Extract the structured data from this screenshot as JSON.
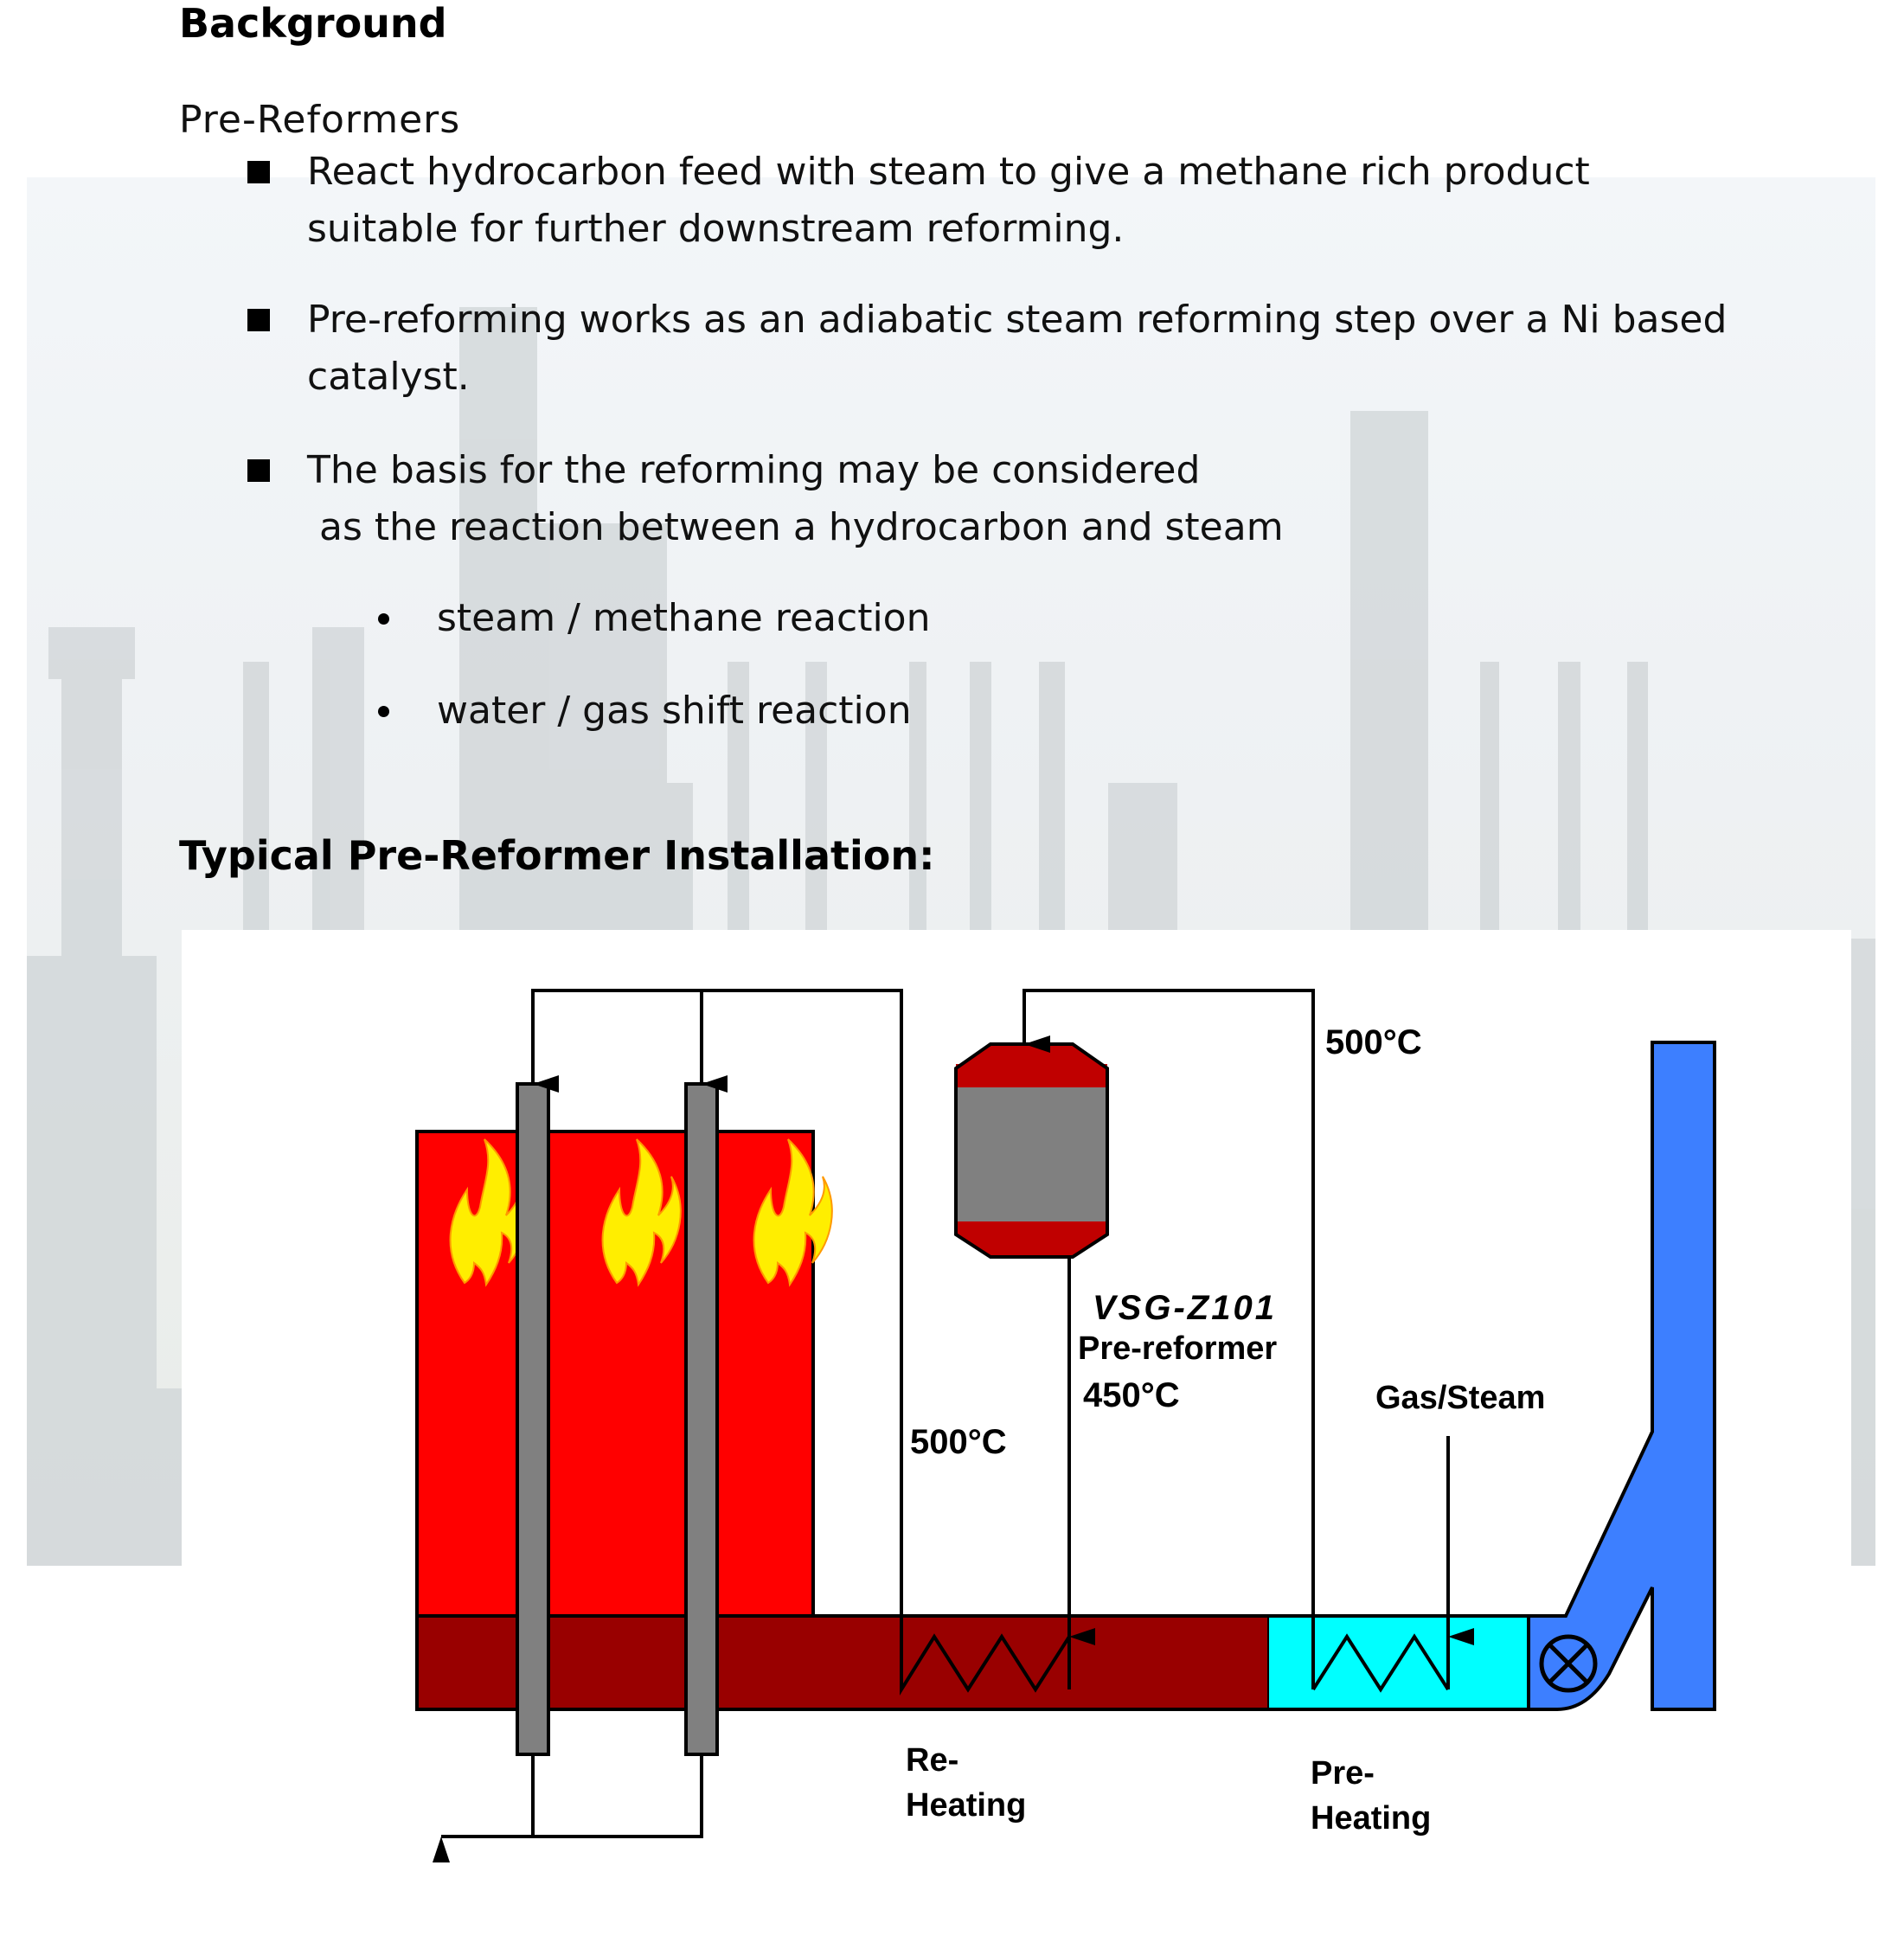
{
  "section_title": "Background",
  "subtitle": "Pre-Reformers",
  "bullets": [
    {
      "line1": "React hydrocarbon feed with steam to give a methane rich product",
      "line2": "suitable for further downstream reforming."
    },
    {
      "line1": "Pre-reforming works as an adiabatic steam reforming step over a Ni based",
      "line2": "catalyst."
    },
    {
      "line1": "The basis for the reforming may be considered",
      "line2": " as the reaction between a hydrocarbon and steam"
    }
  ],
  "sub_bullets": [
    "steam / methane reaction",
    "water / gas shift reaction"
  ],
  "installation_title": "Typical Pre-Reformer Installation:",
  "diagram": {
    "label_500_top": "500°C",
    "label_500_mid": "500°C",
    "vessel_tag": "VSG-Z101",
    "vessel_name": "Pre-reformer",
    "vessel_temp": "450°C",
    "gas_steam": "Gas/Steam",
    "reheating_1": "Re-",
    "reheating_2": "Heating",
    "preheating_1": "Pre-",
    "preheating_2": "Heating"
  },
  "colors": {
    "furnace": "#ff0000",
    "convection": "#990000",
    "preheat": "#00ffff",
    "stack": "#3d7fff",
    "tube": "#808080",
    "vessel_cap": "#c00000",
    "flame": "#ffee00"
  }
}
